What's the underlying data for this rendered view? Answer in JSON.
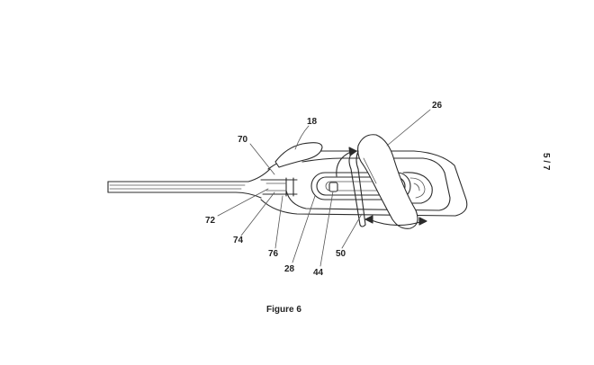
{
  "figure": {
    "caption": "Figure 6",
    "sheet_number": "5 / 7",
    "reference_numerals": {
      "r18": "18",
      "r26": "26",
      "r70": "70",
      "r72": "72",
      "r74": "74",
      "r76": "76",
      "r28": "28",
      "r44": "44",
      "r50": "50"
    },
    "colors": {
      "line": "#2b2b2b",
      "background": "#ffffff"
    }
  }
}
